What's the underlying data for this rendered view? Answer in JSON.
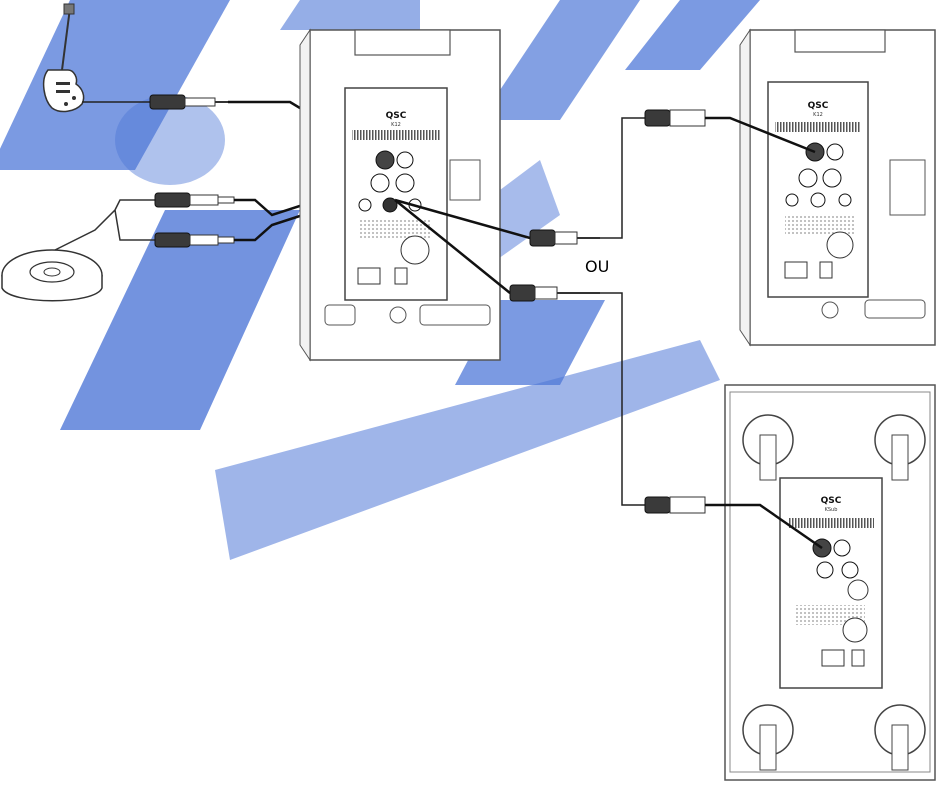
{
  "diagram": {
    "or_label": "OU",
    "speakers": [
      {
        "brand": "QSC",
        "model": "K12"
      },
      {
        "brand": "QSC",
        "model": "K12"
      }
    ],
    "subwoofer": {
      "brand": "QSC",
      "model": "KSub"
    },
    "colors": {
      "watermark": "#2f5fd0",
      "cable": "#1a1a1a",
      "outline": "#444444"
    }
  }
}
